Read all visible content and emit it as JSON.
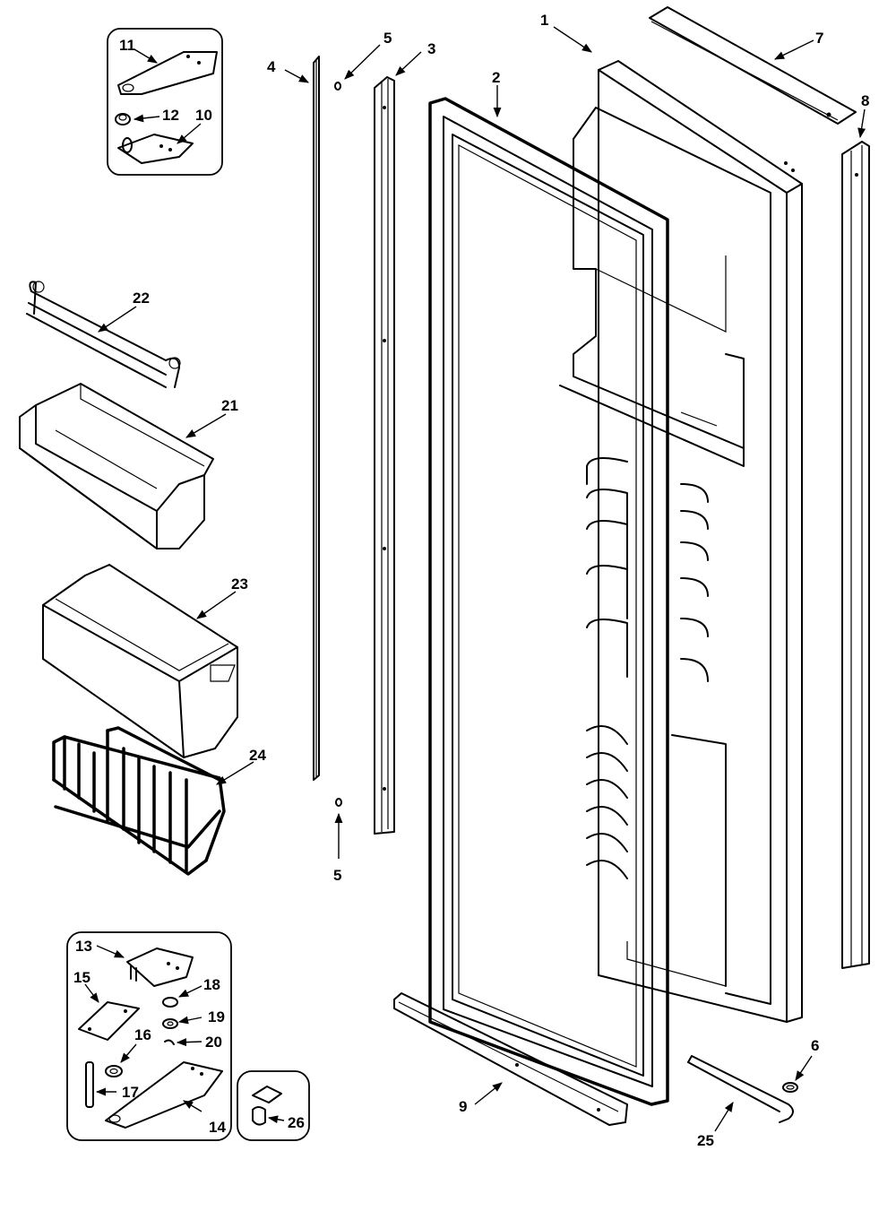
{
  "callouts": {
    "c1": "1",
    "c2": "2",
    "c3": "3",
    "c4": "4",
    "c5a": "5",
    "c5b": "5",
    "c6": "6",
    "c7": "7",
    "c8": "8",
    "c9": "9",
    "c10": "10",
    "c11": "11",
    "c12": "12",
    "c13": "13",
    "c14": "14",
    "c15": "15",
    "c16": "16",
    "c17": "17",
    "c18": "18",
    "c19": "19",
    "c20": "20",
    "c21": "21",
    "c22": "22",
    "c23": "23",
    "c24": "24",
    "c25": "25",
    "c26": "26"
  }
}
